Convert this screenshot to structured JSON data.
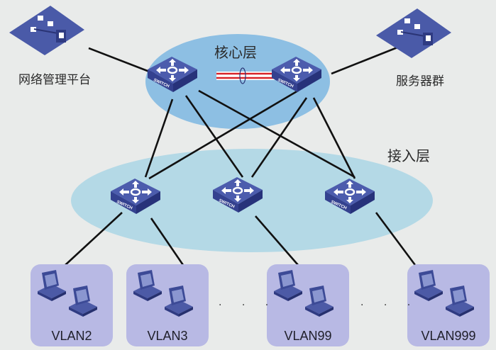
{
  "diagram": {
    "layers": {
      "core": "核心层",
      "access": "接入层"
    },
    "endpoints": {
      "management": "网络管理平台",
      "servers": "服务器群"
    },
    "switch_label": "SWITCH",
    "vlans": [
      {
        "label": "VLAN2"
      },
      {
        "label": "VLAN3"
      },
      {
        "label": "VLAN99"
      },
      {
        "label": "VLAN999"
      }
    ],
    "ellipsis": "· · ·",
    "colors": {
      "background": "#e9ebea",
      "core_ellipse": "#8dbfe3",
      "access_ellipse": "#b4d9e6",
      "switch_top": "#4a5aa8",
      "switch_side": "#2e3a80",
      "link": "#111111",
      "core_link": "#d8232a",
      "vlan_box": "#b8b9e4"
    }
  }
}
